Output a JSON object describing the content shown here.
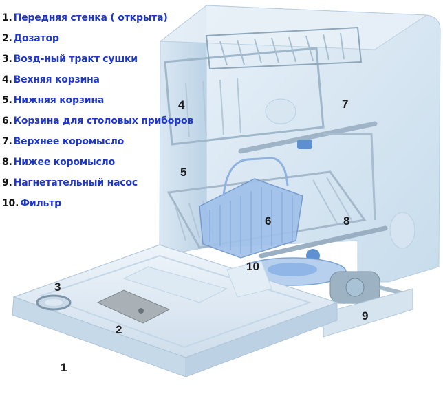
{
  "colors": {
    "legend_number": "#111111",
    "legend_text": "#1f37c9",
    "callout_number": "#1c1c1c",
    "machine_body": "#d3e4f1",
    "machine_edge": "#b9d0e2",
    "basket": "#8ab0df"
  },
  "legend": [
    {
      "num": "1.",
      "text": "Передняя стенка ( открыта)"
    },
    {
      "num": "2.",
      "text": "Дозатор"
    },
    {
      "num": "3.",
      "text": "Возд-ный тракт сушки"
    },
    {
      "num": "4.",
      "text": "Вехняя корзина"
    },
    {
      "num": "5.",
      "text": "Нижняя корзина"
    },
    {
      "num": "6.",
      "text": "Корзина для столовых приборов"
    },
    {
      "num": "7.",
      "text": "Верхнее коромысло"
    },
    {
      "num": "8.",
      "text": "Нижее коромысло"
    },
    {
      "num": "9.",
      "text": "Нагнетательный насос"
    },
    {
      "num": "10.",
      "text": "Фильтр"
    }
  ],
  "callouts": [
    "1",
    "2",
    "3",
    "4",
    "5",
    "6",
    "7",
    "8",
    "9",
    "10"
  ]
}
